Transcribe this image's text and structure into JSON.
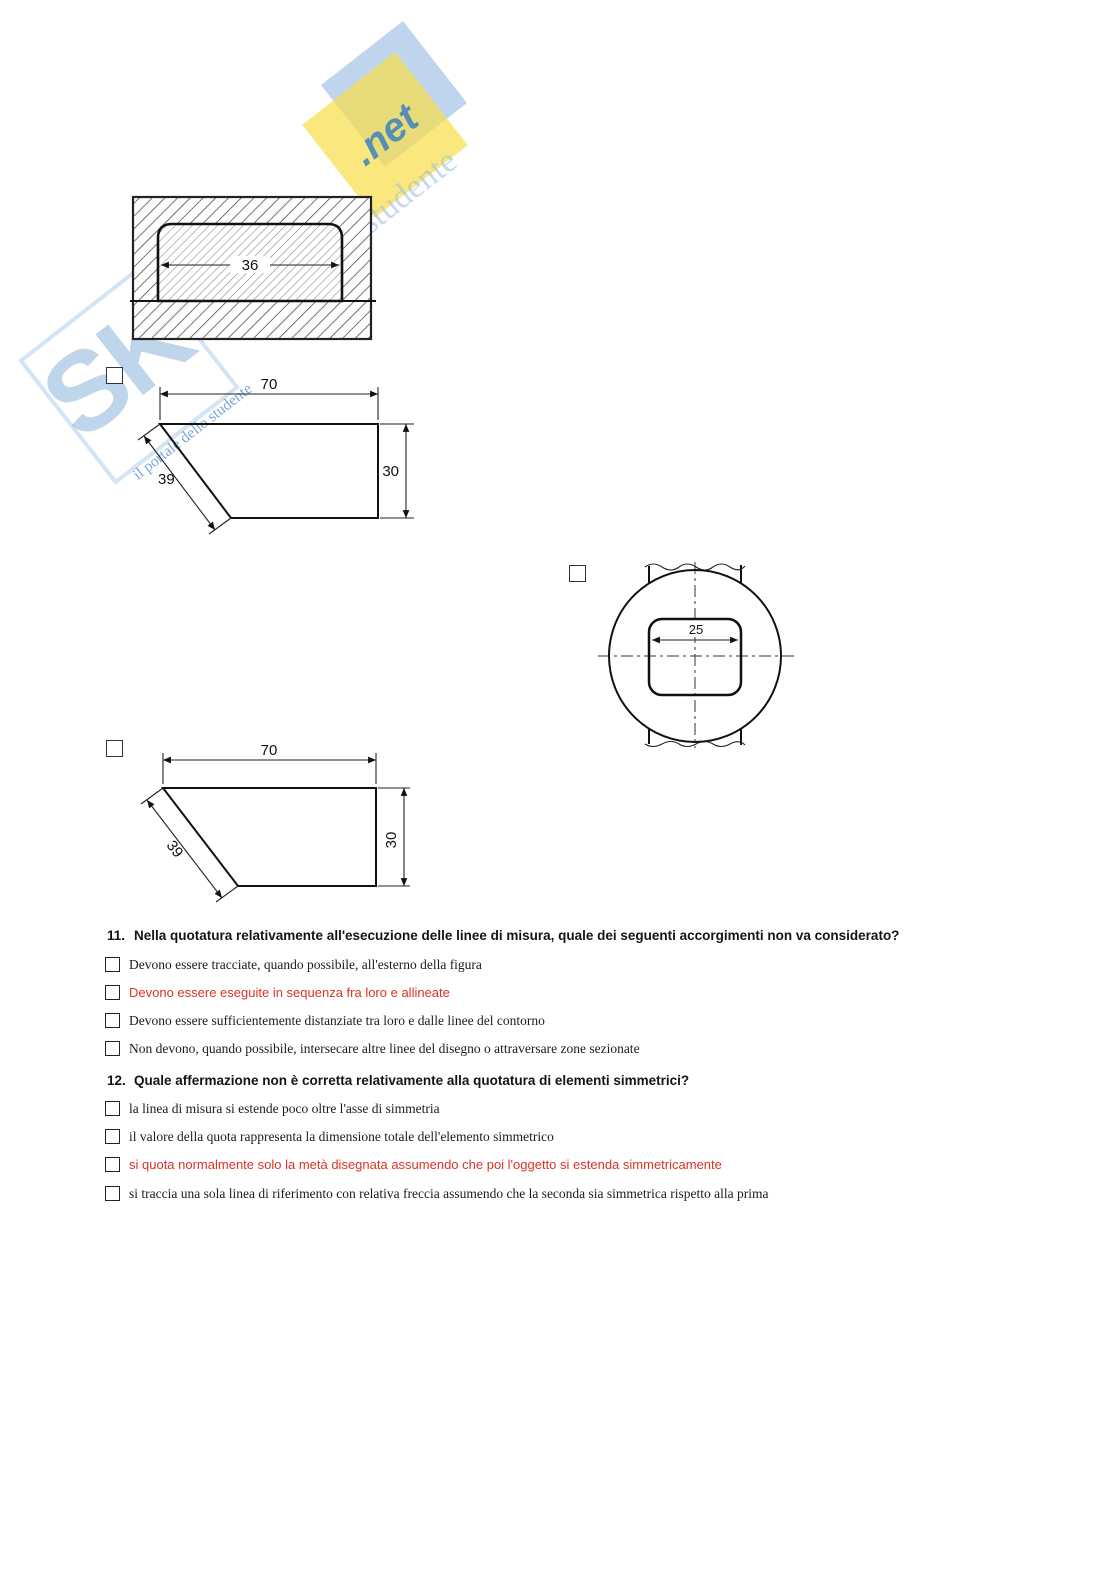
{
  "colors": {
    "highlight_red": "#d93425",
    "text": "#1b1b1b",
    "watermark_blue": "#80acd8",
    "watermark_yellow": "#f8df4e"
  },
  "watermark": {
    "sk": "SK",
    "net": ".net",
    "studente": "studente",
    "tagline": "il portale dello studente"
  },
  "figures": {
    "hatched_section": {
      "width_label": "36"
    },
    "chamfer_view_small": {
      "top_label": "70",
      "diagonal_label": "39",
      "height_label": "30"
    },
    "shaft_section": {
      "width_label": "25"
    },
    "chamfer_view_large": {
      "top_label": "70",
      "diagonal_label": "39",
      "height_label": "30"
    }
  },
  "questions": [
    {
      "number": "11.",
      "text": "Nella quotatura relativamente all'esecuzione delle linee di misura, quale dei seguenti accorgimenti non va considerato?",
      "options": [
        {
          "text": "Devono essere tracciate, quando possibile, all'esterno della figura",
          "highlighted": false,
          "checked": false
        },
        {
          "text": "Devono essere eseguite in sequenza fra loro e allineate",
          "highlighted": true,
          "checked": false
        },
        {
          "text": "Devono essere sufficientemente distanziate tra loro e dalle linee del contorno",
          "highlighted": false,
          "checked": false
        },
        {
          "text": "Non devono, quando possibile, intersecare altre linee del disegno o attraversare zone sezionate",
          "highlighted": false,
          "checked": false
        }
      ]
    },
    {
      "number": "12.",
      "text": "Quale affermazione non è corretta relativamente alla quotatura di elementi simmetrici?",
      "options": [
        {
          "text": "la linea di misura si estende poco oltre l'asse di simmetria",
          "highlighted": false,
          "checked": false
        },
        {
          "text": "il valore della quota rappresenta la dimensione totale dell'elemento simmetrico",
          "highlighted": false,
          "checked": false
        },
        {
          "text": "si quota normalmente solo la metà disegnata assumendo che poi l'oggetto si estenda simmetricamente",
          "highlighted": true,
          "checked": false
        },
        {
          "text": "si traccia una sola linea di riferimento con relativa freccia assumendo che la seconda sia simmetrica rispetto alla prima",
          "highlighted": false,
          "checked": false
        }
      ]
    }
  ]
}
